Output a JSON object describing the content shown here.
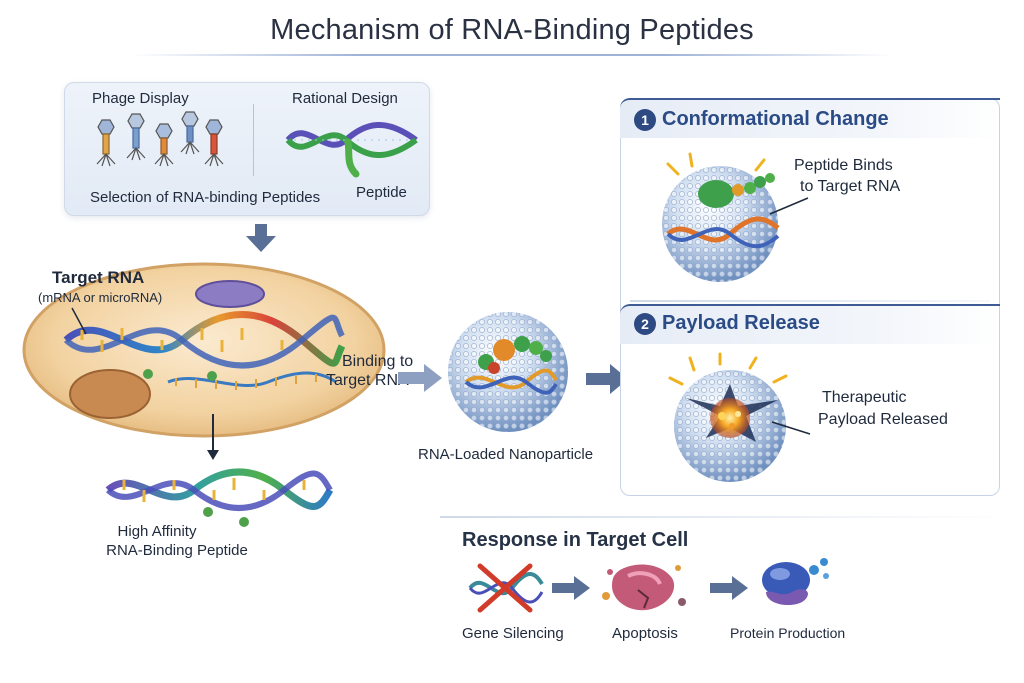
{
  "title": "Mechanism of RNA-Binding Peptides",
  "selection": {
    "phage_display": "Phage Display",
    "rational_design": "Rational Design",
    "caption": "Selection of RNA-binding Peptides",
    "peptide_label": "Peptide"
  },
  "cell": {
    "target_rna_title": "Target RNA",
    "target_rna_sub": "(mRNA or microRNA)",
    "binding_line1": "Binding to",
    "binding_line2": "Target RNA",
    "peptide_line1": "High Affinity",
    "peptide_line2": "RNA-Binding Peptide"
  },
  "nanoparticle": {
    "label": "RNA-Loaded Nanoparticle"
  },
  "steps": [
    {
      "number": "1",
      "title": "Conformational Change",
      "desc_line1": "Peptide Binds",
      "desc_line2": "to Target RNA"
    },
    {
      "number": "2",
      "title": "Payload Release",
      "desc_line1": "Therapeutic",
      "desc_line2": "Payload Released"
    }
  ],
  "response": {
    "title": "Response in Target Cell",
    "items": [
      "Gene Silencing",
      "Apoptosis",
      "Protein Production"
    ]
  },
  "colors": {
    "accent": "#2e4a82",
    "arrow": "#5a6f96",
    "panel_bg": "#e8eef7",
    "cell": "#f2d7a8",
    "nanoparticle": "#c9d8ec"
  }
}
